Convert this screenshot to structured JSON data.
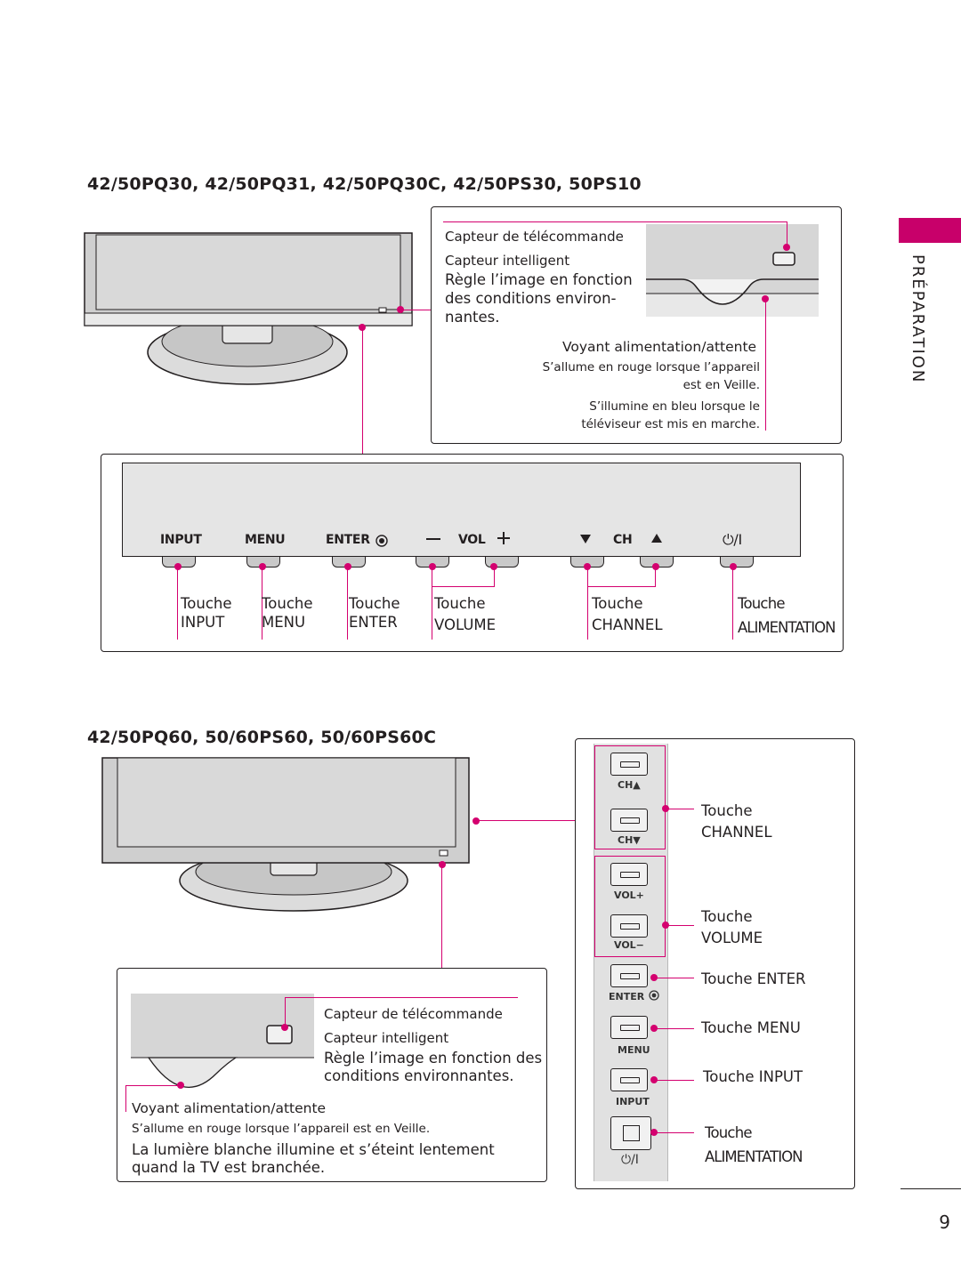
{
  "section_tab": "PRÉPARATION",
  "page_number": "9",
  "section1": {
    "heading": "42/50PQ30, 42/50PQ31, 42/50PQ30C, 42/50PS30, 50PS10",
    "callout": {
      "remote_sensor": "Capteur de télécommande",
      "intelligent_sensor": "Capteur intelligent",
      "intelligent_desc_1": "Règle l’image en fonction",
      "intelligent_desc_2": "des conditions environ-",
      "intelligent_desc_3": "nantes.",
      "power_indicator": "Voyant alimentation/attente",
      "red_desc_1": "S’allume en rouge lorsque l’appareil",
      "red_desc_2": "est en Veille.",
      "blue_desc_1": "S’illumine en bleu lorsque le",
      "blue_desc_2": "téléviseur est mis en marche."
    },
    "panel_labels": {
      "input": "INPUT",
      "menu": "MENU",
      "enter": "ENTER",
      "vol": "VOL",
      "ch": "CH",
      "power": "⏻/I"
    },
    "buttons": [
      {
        "line1": "Touche",
        "line2": "INPUT"
      },
      {
        "line1": "Touche",
        "line2": "MENU"
      },
      {
        "line1": "Touche",
        "line2": "ENTER"
      },
      {
        "line1": "Touche",
        "line2": "VOLUME"
      },
      {
        "line1": "Touche",
        "line2": "CHANNEL"
      },
      {
        "line1": "Touche",
        "line2": "ALIMENTATION"
      }
    ]
  },
  "section2": {
    "heading": "42/50PQ60, 50/60PS60, 50/60PS60C",
    "callout": {
      "remote_sensor": "Capteur de télécommande",
      "intelligent_sensor": "Capteur intelligent",
      "intelligent_desc_1": "Règle l’image en fonction des",
      "intelligent_desc_2": "conditions environnantes.",
      "power_indicator": "Voyant alimentation/attente",
      "red_desc": "S’allume en rouge lorsque l’appareil est en Veille.",
      "white_desc_1": "La lumière blanche illumine et s’éteint lentement",
      "white_desc_2": "quand la TV est branchée."
    },
    "side_labels": {
      "ch_up": "CH▲",
      "ch_down": "CH▼",
      "vol_up": "VOL+",
      "vol_down": "VOL−",
      "enter": "ENTER",
      "menu": "MENU",
      "input": "INPUT",
      "power": "⏻/I"
    },
    "side_buttons": {
      "channel_1": "Touche",
      "channel_2": "CHANNEL",
      "volume_1": "Touche",
      "volume_2": "VOLUME",
      "enter": "Touche ENTER",
      "menu": "Touche MENU",
      "input": "Touche INPUT",
      "power_1": "Touche",
      "power_2": "ALIMENTATION"
    }
  }
}
